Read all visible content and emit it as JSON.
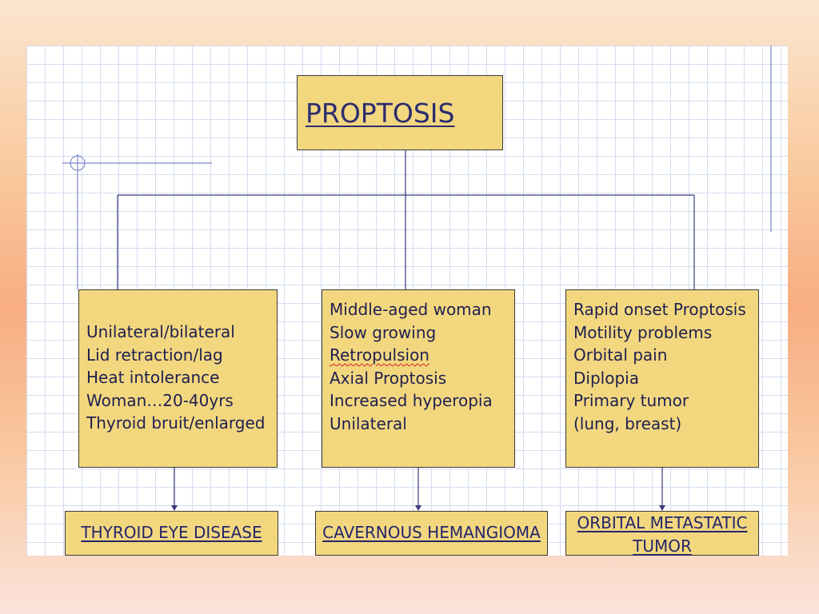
{
  "title": "PROPTOSIS",
  "branches": [
    {
      "features": [
        "Unilateral/bilateral",
        "Lid retraction/lag",
        "Heat intolerance",
        "Woman…20-40yrs",
        "Thyroid bruit/enlarged"
      ],
      "diagnosis": [
        "THYROID EYE DISEASE"
      ]
    },
    {
      "features": [
        "Middle-aged woman",
        "Slow growing",
        "Retropulsion",
        "Axial Proptosis",
        "Increased hyperopia",
        "Unilateral"
      ],
      "diagnosis": [
        "CAVERNOUS HEMANGIOMA"
      ]
    },
    {
      "features": [
        "Rapid onset Proptosis",
        "Motility problems",
        "Orbital pain",
        "Diplopia",
        "Primary tumor",
        "(lung, breast)"
      ],
      "diagnosis": [
        "ORBITAL METASTATIC",
        "TUMOR"
      ]
    }
  ],
  "colors": {
    "box_fill": "#f2d77f",
    "text": "#1f1f4f",
    "connector": "#3a3a7a",
    "grid": "#d3dcef"
  }
}
